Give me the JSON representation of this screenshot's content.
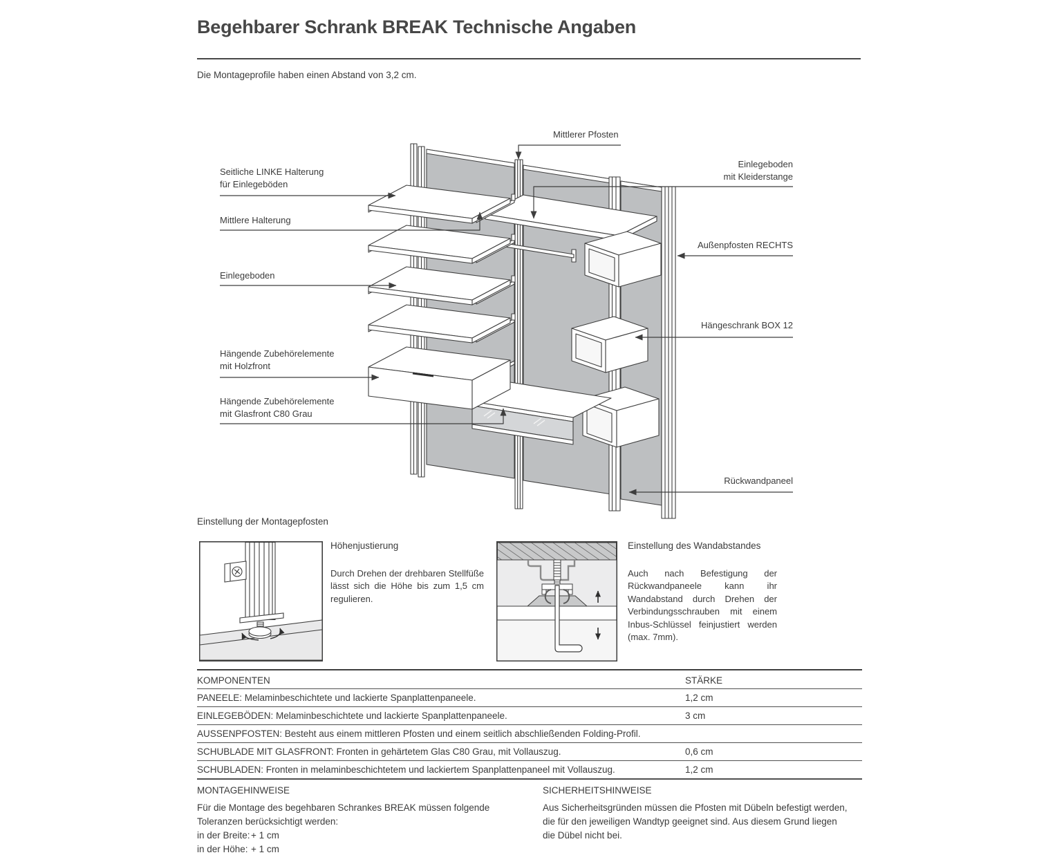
{
  "page": {
    "title": "Begehbarer Schrank BREAK Technische Angaben",
    "subtitle": "Die Montageprofile haben einen Abstand von 3,2 cm."
  },
  "diagram_labels": {
    "seitliche_1": "Seitliche LINKE Halterung",
    "seitliche_2": "für Einlegeböden",
    "mittlere": "Mittlere Halterung",
    "einlegeboden": "Einlegeboden",
    "holzfront_1": "Hängende Zubehörelemente",
    "holzfront_2": "mit Holzfront",
    "glasfront_1": "Hängende Zubehörelemente",
    "glasfront_2": "mit Glasfront C80 Grau",
    "mittlerer_pfosten": "Mittlerer Pfosten",
    "kleiderstange_1": "Einlegeboden",
    "kleiderstange_2": "mit Kleiderstange",
    "aussenpfosten": "Außenpfosten RECHTS",
    "haengeschrank": "Hängeschrank BOX 12",
    "rueckwandpaneel": "Rückwandpaneel"
  },
  "adjustments": {
    "section_title": "Einstellung der Montagepfosten",
    "height": {
      "title": "Höhenjustierung",
      "text": "Durch Drehen der drehbaren Stellfüße lässt sich die Höhe bis zum 1,5 cm regulieren."
    },
    "wall": {
      "title": "Einstellung des Wandabstandes",
      "text": "Auch nach Befestigung der Rückwandpaneele kann ihr Wandabstand durch Drehen der Verbindungsschrauben mit einem Inbus-Schlüssel feinjustiert werden (max. 7mm)."
    }
  },
  "table": {
    "col1": "KOMPONENTEN",
    "col2": "STÄRKE",
    "rows": [
      {
        "component": "PANEELE: Melaminbeschichtete und lackierte Spanplattenpaneele.",
        "thickness": "1,2 cm"
      },
      {
        "component": "EINLEGEBÖDEN: Melaminbeschichtete und lackierte Spanplattenpaneele.",
        "thickness": "3 cm"
      },
      {
        "component": "AUSSENPFOSTEN: Besteht aus einem mittleren Pfosten und einem seitlich abschließenden Folding-Profil.",
        "thickness": ""
      },
      {
        "component": "SCHUBLADE MIT GLASFRONT: Fronten in gehärtetem Glas C80 Grau, mit Vollauszug.",
        "thickness": "0,6 cm"
      },
      {
        "component": "SCHUBLADEN: Fronten in melaminbeschichtetem und lackiertem Spanplattenpaneel mit Vollauszug.",
        "thickness": "1,2 cm"
      }
    ]
  },
  "notes": {
    "montage": {
      "title": "MONTAGEHINWEISE",
      "line1": "Für die Montage des begehbaren Schrankes BREAK müssen folgende",
      "line2": "Toleranzen berücksichtigt werden:",
      "breite_label": "in der Breite:",
      "breite_value": "+ 1 cm",
      "hoehe_label": "in der Höhe:",
      "hoehe_value": "+ 1 cm"
    },
    "sicherheit": {
      "title": "SICHERHEITSHINWEISE",
      "line1": "Aus Sicherheitsgründen müssen die Pfosten mit Dübeln befestigt werden,",
      "line2": "die für den jeweiligen Wandtyp geeignet sind. Aus diesem Grund liegen",
      "line3": "die Dübel nicht bei."
    }
  }
}
